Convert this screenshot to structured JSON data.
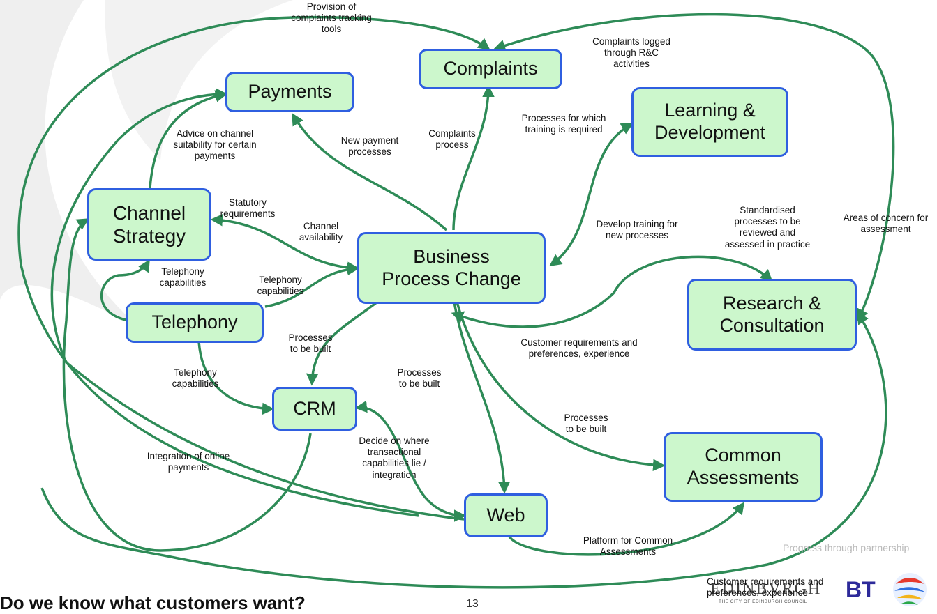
{
  "nodes": {
    "complaints": "Complaints",
    "payments": "Payments",
    "learning": "Learning &\nDevelopment",
    "channel_strategy": "Channel\nStrategy",
    "bpc": "Business\nProcess Change",
    "research": "Research &\nConsultation",
    "telephony": "Telephony",
    "crm": "CRM",
    "common": "Common\nAssessments",
    "web": "Web"
  },
  "labels": {
    "provision": "Provision of\ncomplaints tracking\ntools",
    "complaints_logged": "Complaints logged\nthrough R&C\nactivities",
    "advice": "Advice on channel\nsuitability for certain\npayments",
    "new_payment": "New payment\nprocesses",
    "complaints_process": "Complaints\nprocess",
    "processes_training": "Processes for which\ntraining is required",
    "statutory": "Statutory\nrequirements",
    "channel_availability": "Channel\navailability",
    "develop_training": "Develop training for\nnew processes",
    "standardised": "Standardised\nprocesses to be\nreviewed and\nassessed in practice",
    "areas_concern": "Areas of concern for\nassessment",
    "tel_cap_1": "Telephony\ncapabilities",
    "tel_cap_2": "Telephony\ncapabilities",
    "tel_cap_3": "Telephony\ncapabilities",
    "processes_built_1": "Processes\nto be built",
    "processes_built_2": "Processes\nto be built",
    "processes_built_3": "Processes\nto be built",
    "customer_req": "Customer requirements and\npreferences, experience",
    "decide": "Decide on where\ntransactional\ncapabilities lie /\nintegration",
    "integration": "Integration of online\npayments",
    "platform": "Platform for Common\nAssessments",
    "customer_req_2": "Customer requirements and\npreferences, experience"
  },
  "footer": {
    "question": "Do we know what customers want?",
    "page_number": "13",
    "tagline": "Progress through partnership",
    "edinburgh_logo": "EDINBVRGH",
    "edinburgh_sub": "THE CITY OF EDINBURGH COUNCIL",
    "bt_logo": "BT"
  },
  "colors": {
    "node_fill": "#ccf7cc",
    "node_border": "#2f5fe0",
    "edge": "#2e8b57",
    "background_swoosh": "#ececec"
  }
}
